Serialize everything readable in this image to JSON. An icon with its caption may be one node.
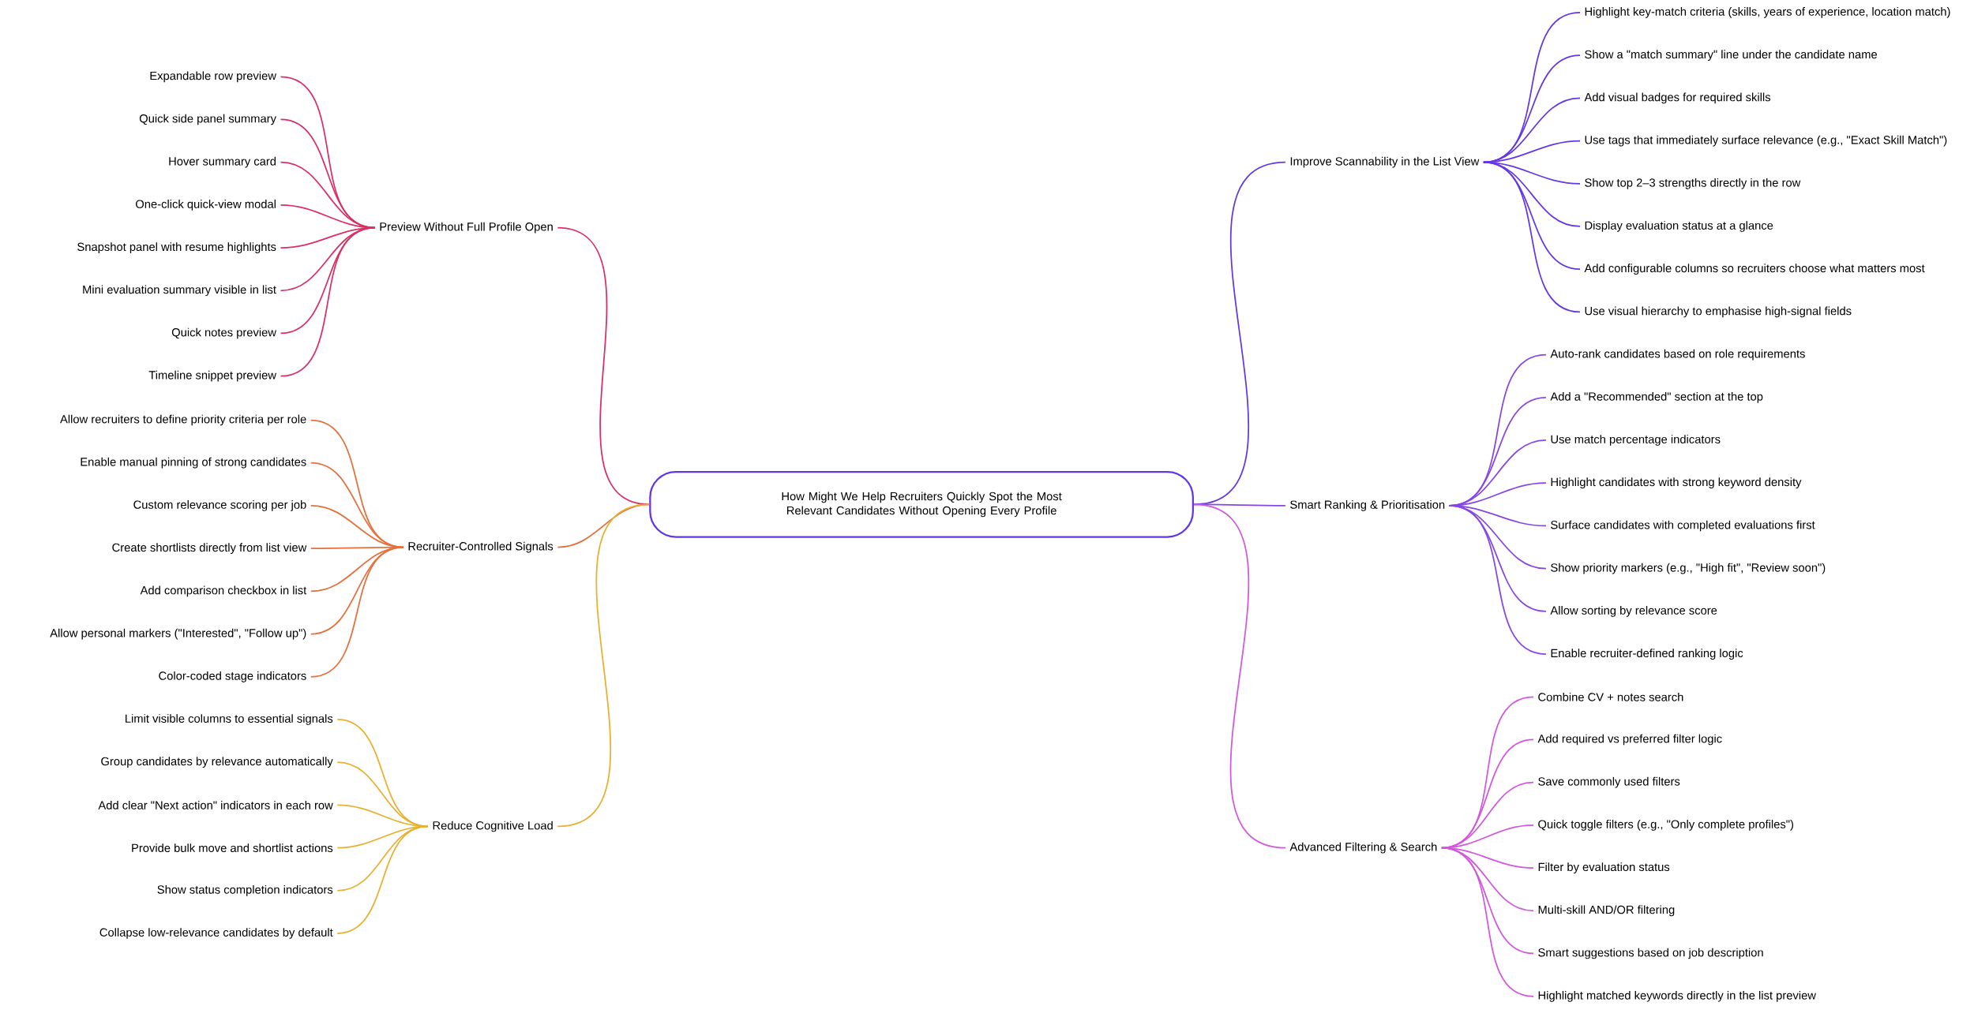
{
  "diagram": {
    "nodes": [
      {
        "text": [
          "How Might We Help Recruiters Quickly Spot the Most Relevant Candidates Without Opening Every Profile"
        ]
      },
      {
        "text": [
          "Preview Without Full Profile Open"
        ]
      },
      {
        "text": [
          "Expandable row preview"
        ]
      },
      {
        "text": [
          "Quick side panel summary"
        ]
      },
      {
        "text": [
          "Hover summary card"
        ]
      },
      {
        "text": [
          "One-click quick-view modal"
        ]
      },
      {
        "text": [
          "Snapshot panel with resume highlights"
        ]
      },
      {
        "text": [
          "Mini evaluation summary visible in list"
        ]
      },
      {
        "text": [
          "Quick notes preview"
        ]
      },
      {
        "text": [
          "Timeline snippet preview"
        ]
      },
      {
        "text": [
          "Recruiter-Controlled Signals"
        ]
      },
      {
        "text": [
          "Allow recruiters to define priority criteria per role"
        ]
      },
      {
        "text": [
          "Enable manual pinning of strong candidates"
        ]
      },
      {
        "text": [
          "Custom relevance scoring per job"
        ]
      },
      {
        "text": [
          "Create shortlists directly from list view"
        ]
      },
      {
        "text": [
          "Add comparison checkbox in list"
        ]
      },
      {
        "text": [
          "Allow personal markers (\"Interested\", \"Follow up\")"
        ]
      },
      {
        "text": [
          "Color-coded stage indicators"
        ]
      },
      {
        "text": [
          "Reduce Cognitive Load"
        ]
      },
      {
        "text": [
          "Limit visible columns to essential signals"
        ]
      },
      {
        "text": [
          "Group candidates by relevance automatically"
        ]
      },
      {
        "text": [
          "Add clear \"Next action\" indicators in each row"
        ]
      },
      {
        "text": [
          "Provide bulk move and shortlist actions"
        ]
      },
      {
        "text": [
          "Show status completion indicators"
        ]
      },
      {
        "text": [
          "Collapse low-relevance candidates by default"
        ]
      },
      {
        "text": [
          "Improve Scannability in the List View"
        ]
      },
      {
        "text": [
          "Highlight key-match criteria (skills, years of experience, location match)"
        ]
      },
      {
        "text": [
          "Show a \"match summary\" line under the candidate name"
        ]
      },
      {
        "text": [
          "Add visual badges for required skills"
        ]
      },
      {
        "text": [
          "Use tags that immediately surface relevance (e.g., \"Exact Skill Match\")"
        ]
      },
      {
        "text": [
          "Show top 2–3 strengths directly in the row"
        ]
      },
      {
        "text": [
          "Display evaluation status at a glance"
        ]
      },
      {
        "text": [
          "Add configurable columns so recruiters choose what matters most"
        ]
      },
      {
        "text": [
          "Use visual hierarchy to emphasise high-signal fields"
        ]
      },
      {
        "text": [
          "Smart Ranking & Prioritisation"
        ]
      },
      {
        "text": [
          "Auto-rank candidates based on role requirements"
        ]
      },
      {
        "text": [
          "Add a \"Recommended\" section at the top"
        ]
      },
      {
        "text": [
          "Use match percentage indicators"
        ]
      },
      {
        "text": [
          "Highlight candidates with strong keyword density"
        ]
      },
      {
        "text": [
          "Surface candidates with completed evaluations first"
        ]
      },
      {
        "text": [
          "Show priority markers (e.g., \"High fit\", \"Review soon\")"
        ]
      },
      {
        "text": [
          "Allow sorting by relevance score"
        ]
      },
      {
        "text": [
          "Enable recruiter-defined ranking logic"
        ]
      },
      {
        "text": [
          "Advanced Filtering & Search"
        ]
      },
      {
        "text": [
          "Combine CV + notes search"
        ]
      },
      {
        "text": [
          "Add required vs preferred filter logic"
        ]
      },
      {
        "text": [
          "Save commonly used filters"
        ]
      },
      {
        "text": [
          "Quick toggle filters (e.g., \"Only complete profiles\")"
        ]
      },
      {
        "text": [
          "Filter by evaluation status"
        ]
      },
      {
        "text": [
          "Multi-skill AND/OR filtering"
        ]
      },
      {
        "text": [
          "Smart suggestions based on job description"
        ]
      },
      {
        "text": [
          "Highlight matched keywords directly in the list preview"
        ]
      }
    ],
    "edges": [
      {
        "from": 0,
        "to": 1,
        "arrow": "none",
        "color": "#d92f63"
      },
      {
        "from": 1,
        "to": 2,
        "arrow": "none",
        "color": "#d92f63"
      },
      {
        "from": 1,
        "to": 3,
        "arrow": "none",
        "color": "#d92f63"
      },
      {
        "from": 1,
        "to": 4,
        "arrow": "none",
        "color": "#d92f63"
      },
      {
        "from": 1,
        "to": 5,
        "arrow": "none",
        "color": "#d92f63"
      },
      {
        "from": 1,
        "to": 6,
        "arrow": "none",
        "color": "#d92f63"
      },
      {
        "from": 1,
        "to": 7,
        "arrow": "none",
        "color": "#d92f63"
      },
      {
        "from": 1,
        "to": 8,
        "arrow": "none",
        "color": "#d92f63"
      },
      {
        "from": 1,
        "to": 9,
        "arrow": "none",
        "color": "#d92f63"
      },
      {
        "from": 0,
        "to": 10,
        "arrow": "none",
        "color": "#e5703d"
      },
      {
        "from": 10,
        "to": 11,
        "arrow": "none",
        "color": "#e5703d"
      },
      {
        "from": 10,
        "to": 12,
        "arrow": "none",
        "color": "#e5703d"
      },
      {
        "from": 10,
        "to": 13,
        "arrow": "none",
        "color": "#e5703d"
      },
      {
        "from": 10,
        "to": 14,
        "arrow": "none",
        "color": "#e5703d"
      },
      {
        "from": 10,
        "to": 15,
        "arrow": "none",
        "color": "#e5703d"
      },
      {
        "from": 10,
        "to": 16,
        "arrow": "none",
        "color": "#e5703d"
      },
      {
        "from": 10,
        "to": 17,
        "arrow": "none",
        "color": "#e5703d"
      },
      {
        "from": 0,
        "to": 18,
        "arrow": "none",
        "color": "#e8b030"
      },
      {
        "from": 18,
        "to": 19,
        "arrow": "none",
        "color": "#e8b030"
      },
      {
        "from": 18,
        "to": 20,
        "arrow": "none",
        "color": "#e8b030"
      },
      {
        "from": 18,
        "to": 21,
        "arrow": "none",
        "color": "#e8b030"
      },
      {
        "from": 18,
        "to": 22,
        "arrow": "none",
        "color": "#e8b030"
      },
      {
        "from": 18,
        "to": 23,
        "arrow": "none",
        "color": "#e8b030"
      },
      {
        "from": 18,
        "to": 24,
        "arrow": "none",
        "color": "#e8b030"
      },
      {
        "from": 0,
        "to": 25,
        "arrow": "none",
        "color": "#6337e6"
      },
      {
        "from": 25,
        "to": 26,
        "arrow": "none",
        "color": "#6337e6"
      },
      {
        "from": 25,
        "to": 27,
        "arrow": "none",
        "color": "#6337e6"
      },
      {
        "from": 25,
        "to": 28,
        "arrow": "none",
        "color": "#6337e6"
      },
      {
        "from": 25,
        "to": 29,
        "arrow": "none",
        "color": "#6337e6"
      },
      {
        "from": 25,
        "to": 30,
        "arrow": "none",
        "color": "#6337e6"
      },
      {
        "from": 25,
        "to": 31,
        "arrow": "none",
        "color": "#6337e6"
      },
      {
        "from": 25,
        "to": 32,
        "arrow": "none",
        "color": "#6337e6"
      },
      {
        "from": 25,
        "to": 33,
        "arrow": "none",
        "color": "#6337e6"
      },
      {
        "from": 0,
        "to": 34,
        "arrow": "none",
        "color": "#8646e6"
      },
      {
        "from": 34,
        "to": 35,
        "arrow": "none",
        "color": "#8646e6"
      },
      {
        "from": 34,
        "to": 36,
        "arrow": "none",
        "color": "#8646e6"
      },
      {
        "from": 34,
        "to": 37,
        "arrow": "none",
        "color": "#8646e6"
      },
      {
        "from": 34,
        "to": 38,
        "arrow": "none",
        "color": "#8646e6"
      },
      {
        "from": 34,
        "to": 39,
        "arrow": "none",
        "color": "#8646e6"
      },
      {
        "from": 34,
        "to": 40,
        "arrow": "none",
        "color": "#8646e6"
      },
      {
        "from": 34,
        "to": 41,
        "arrow": "none",
        "color": "#8646e6"
      },
      {
        "from": 34,
        "to": 42,
        "arrow": "none",
        "color": "#8646e6"
      },
      {
        "from": 0,
        "to": 43,
        "arrow": "none",
        "color": "#d356de"
      },
      {
        "from": 43,
        "to": 44,
        "arrow": "none",
        "color": "#d356de"
      },
      {
        "from": 43,
        "to": 45,
        "arrow": "none",
        "color": "#d356de"
      },
      {
        "from": 43,
        "to": 46,
        "arrow": "none",
        "color": "#d356de"
      },
      {
        "from": 43,
        "to": 47,
        "arrow": "none",
        "color": "#d356de"
      },
      {
        "from": 43,
        "to": 48,
        "arrow": "none",
        "color": "#d356de"
      },
      {
        "from": 43,
        "to": 49,
        "arrow": "none",
        "color": "#d356de"
      },
      {
        "from": 43,
        "to": 50,
        "arrow": "none",
        "color": "#d356de"
      },
      {
        "from": 43,
        "to": 51,
        "arrow": "none",
        "color": "#d356de"
      }
    ]
  }
}
